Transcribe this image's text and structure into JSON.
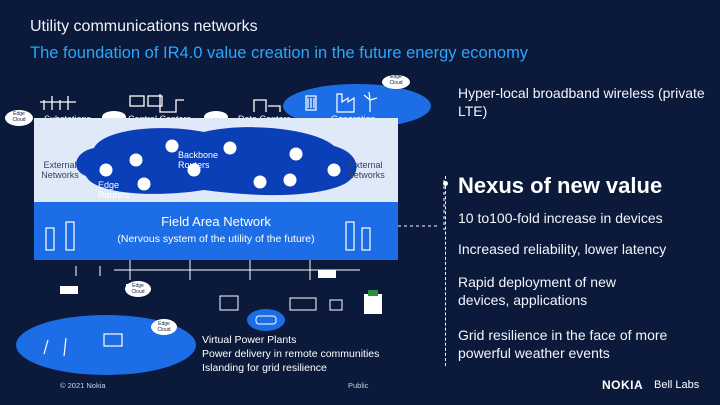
{
  "header": {
    "title": "Utility communications networks",
    "subtitle": "The foundation of IR4.0 value creation in the future energy economy"
  },
  "diagram": {
    "top_labels": {
      "substations": "Substations",
      "control_centers": "Control Centers",
      "data_centers": "Data Centers",
      "generation": "Generation"
    },
    "edge_cloud": "Edge Cloud",
    "backbone": "Backbone Routers",
    "edge_routers": "Edge Routers",
    "external_networks": "External Networks",
    "field_area_network": {
      "title": "Field Area Network",
      "subtitle": "(Nervous system of the utility of the future)"
    },
    "vpp_list": [
      "Virtual Power Plants",
      "Power delivery in remote communities",
      "Islanding for grid resilience"
    ]
  },
  "right_panel": {
    "hyper_local": "Hyper-local broadband wireless (private LTE)",
    "nexus": "Nexus of new value",
    "items": [
      "10 to100-fold increase in devices",
      "Increased reliability, lower latency",
      "Rapid deployment of new devices, applications",
      "Grid resilience in the face of more powerful weather events"
    ]
  },
  "footer": {
    "copyright": "© 2021 Nokia",
    "classification": "Public",
    "brand": "NOKIA",
    "lab": "Bell Labs"
  },
  "colors": {
    "background": "#0b1a3b",
    "accent_blue": "#29a6ff",
    "network_blue": "#1d6ee6",
    "core_light": "#dfe9f7"
  }
}
